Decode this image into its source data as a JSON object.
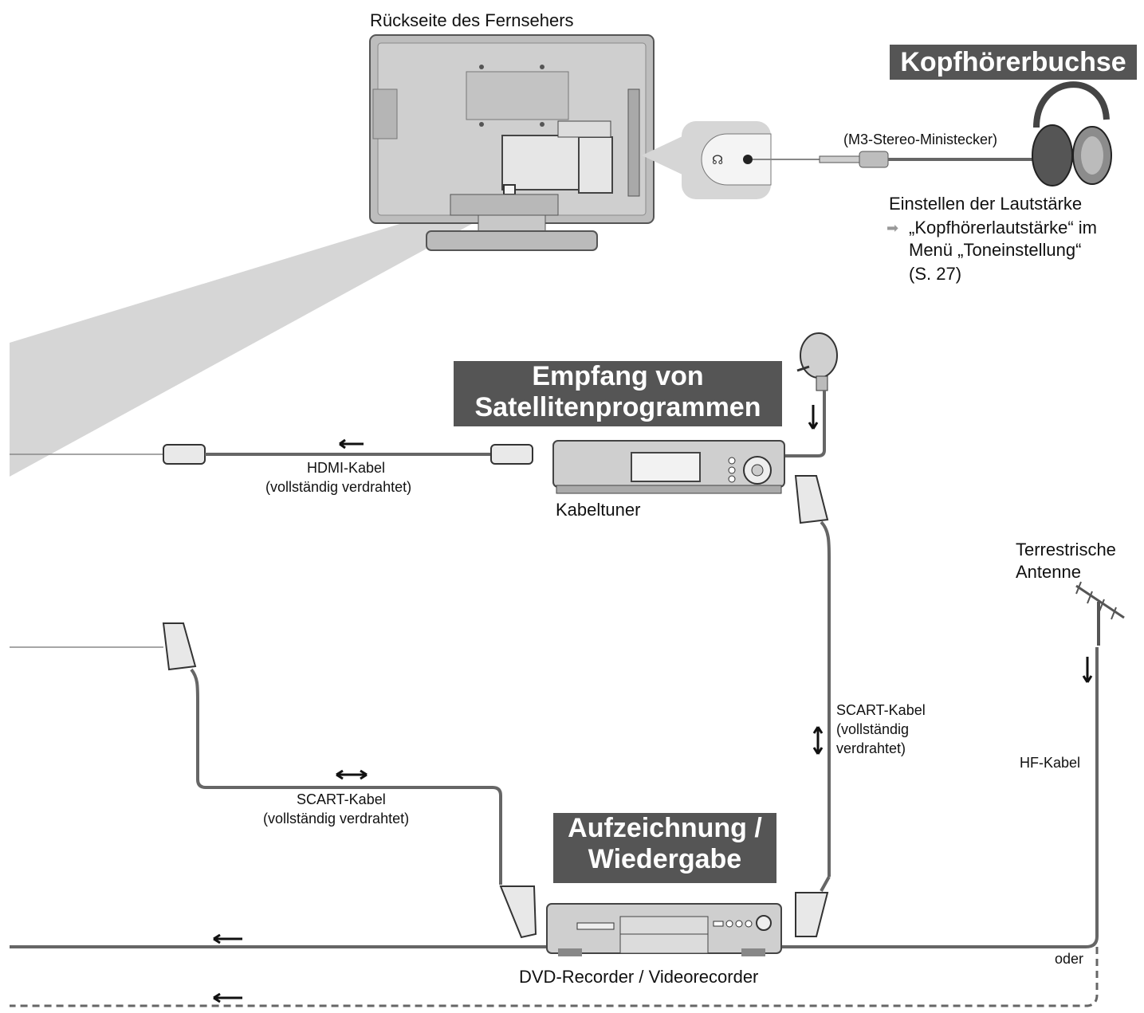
{
  "tv_back": {
    "label": "Rückseite des Fernsehers"
  },
  "headphone": {
    "banner": "Kopfhörerbuchse",
    "plug_label": "(M3-Stereo-Ministecker)",
    "volume_title": "Einstellen der Lautstärke",
    "volume_line1": "„Kopfhörerlautstärke“ im",
    "volume_line2": "Menü „Toneinstellung“",
    "volume_page": "(S. 27)"
  },
  "satellite": {
    "banner_line1": "Empfang von",
    "banner_line2": "Satellitenprogrammen"
  },
  "hdmi": {
    "label_line1": "HDMI-Kabel",
    "label_line2": "(vollständig verdrahtet)"
  },
  "tuner": {
    "label": "Kabeltuner"
  },
  "antenna": {
    "label_line1": "Terrestrische",
    "label_line2": "Antenne"
  },
  "scart_right": {
    "line1": "SCART-Kabel",
    "line2": "(vollständig",
    "line3": "verdrahtet)"
  },
  "rf": {
    "label": "HF-Kabel"
  },
  "scart_left": {
    "line1": "SCART-Kabel",
    "line2": "(vollständig verdrahtet)"
  },
  "recorder": {
    "banner_line1": "Aufzeichnung /",
    "banner_line2": "Wiedergabe",
    "label": "DVD-Recorder / Videorecorder"
  },
  "oder": "oder",
  "colors": {
    "banner": "#555555",
    "cable": "#6b6b6b",
    "device": "#c8c8c8",
    "beam": "#d4d4d4"
  }
}
